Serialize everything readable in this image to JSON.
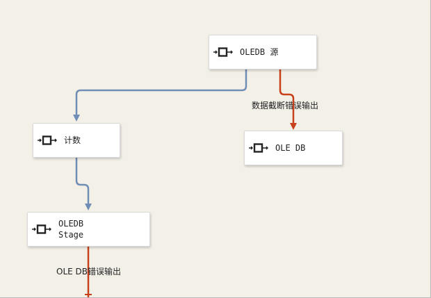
{
  "nodes": {
    "oledb_source": {
      "label": "OLEDB 源"
    },
    "row_count": {
      "label": "计数"
    },
    "ole_db": {
      "label": "OLE DB"
    },
    "oledb_stage": {
      "label": "OLEDB Stage"
    }
  },
  "paths": {
    "truncation_error_output": {
      "label": "数据截断错误输出"
    },
    "ole_db_error_output": {
      "label": "OLE DB错误输出"
    }
  },
  "colors": {
    "canvas": "#f3f0e8",
    "normal_path": "#6f8db5",
    "error_path": "#c8401a"
  },
  "icons": {
    "component": "data-flow-component-icon"
  }
}
